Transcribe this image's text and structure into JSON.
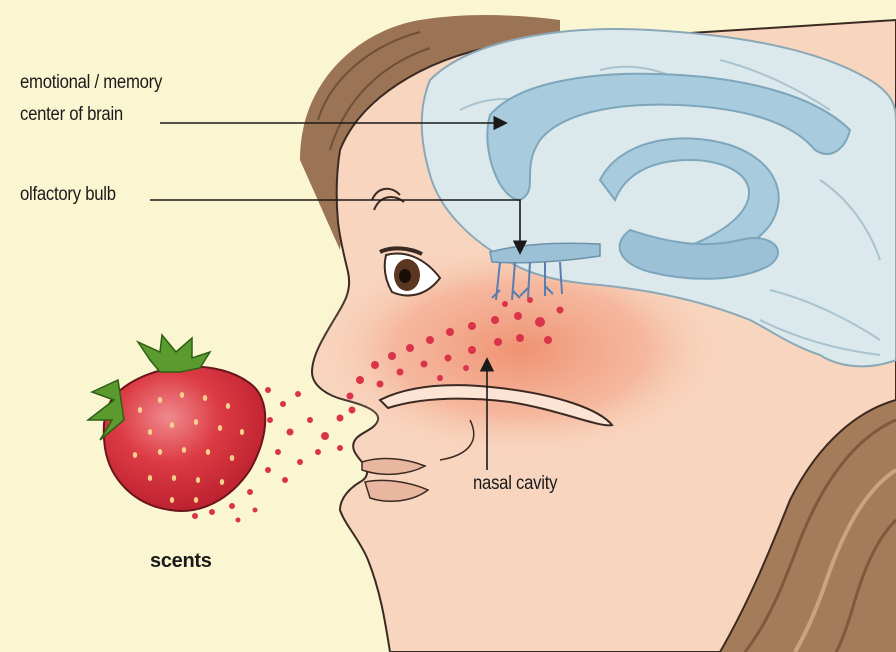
{
  "labels": {
    "emotional_line1": "emotional / memory",
    "emotional_line2": "center of brain",
    "olfactory_bulb": "olfactory bulb",
    "nasal_cavity": "nasal cavity",
    "scents": "scents"
  },
  "colors": {
    "background": "#fbf6d2",
    "skin": "#f8d5bf",
    "nasal_glow": "#ef8e6e",
    "brain": "#dbe8ec",
    "limbic": "#a8cbdd",
    "hair": "#9a7454",
    "strawberry": "#d8333d",
    "scent_dots": "#d9344a"
  }
}
